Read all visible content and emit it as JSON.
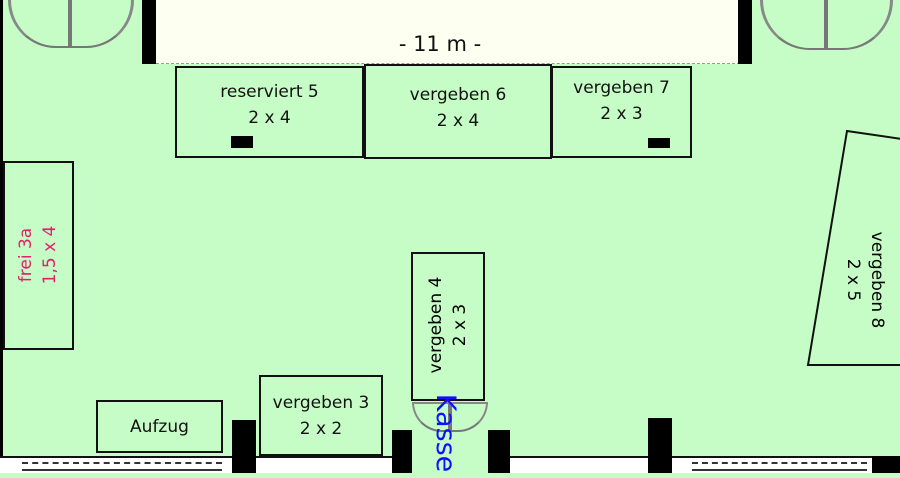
{
  "dimension_label": "- 11 m -",
  "stands": [
    {
      "id": "5",
      "line1": "reserviert 5",
      "line2": "2 x 4"
    },
    {
      "id": "6",
      "line1": "vergeben 6",
      "line2": "2 x 4"
    },
    {
      "id": "7",
      "line1": "vergeben 7",
      "line2": "2 x 3"
    },
    {
      "id": "8",
      "line1": "vergeben  8",
      "line2": "2 x 5"
    },
    {
      "id": "3a",
      "line1": "frei  3a",
      "line2": "1,5 x 4"
    },
    {
      "id": "4",
      "line1": "vergeben  4",
      "line2": "2 x 3"
    },
    {
      "id": "3",
      "line1": "vergeben 3",
      "line2": "2 x 2"
    }
  ],
  "elevator_label": "Aufzug",
  "cashier_label": "Kasse",
  "colors": {
    "floor": "#c6fcc6",
    "stage": "#fdfff0",
    "free": "#e0206e",
    "cashier": "#1010ff"
  }
}
